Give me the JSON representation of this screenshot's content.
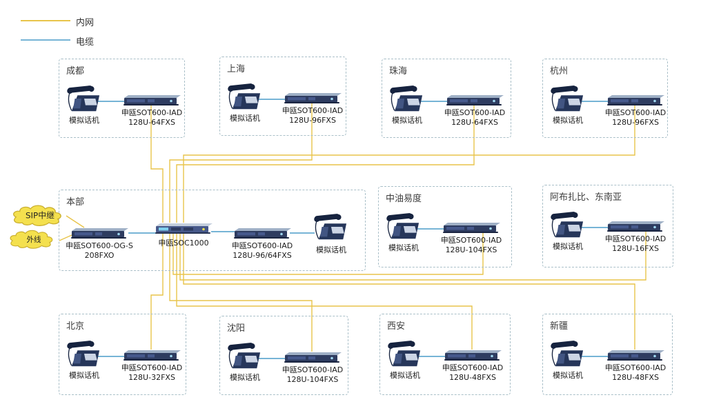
{
  "legend": {
    "items": [
      {
        "label": "内网",
        "color": "#e8c44a"
      },
      {
        "label": "电缆",
        "color": "#76b4d6"
      }
    ]
  },
  "clouds": {
    "sip": {
      "label": "SIP中继"
    },
    "outside": {
      "label": "外线"
    }
  },
  "hq": {
    "title": "本部",
    "phone_label": "模拟话机",
    "devices": {
      "gateway": {
        "line1": "申瓯SOT600-OG-S",
        "line2": "208FXO"
      },
      "soc": {
        "line1": "申瓯SOC1000"
      },
      "iad": {
        "line1": "申瓯SOT600-IAD",
        "line2": "128U-96/64FXS"
      }
    }
  },
  "sites": [
    {
      "title": "成都",
      "phone_label": "模拟话机",
      "device_line1": "申瓯SOT600-IAD",
      "device_line2": "128U-64FXS"
    },
    {
      "title": "上海",
      "phone_label": "模拟话机",
      "device_line1": "申瓯SOT600-IAD",
      "device_line2": "128U-96FXS"
    },
    {
      "title": "珠海",
      "phone_label": "模拟话机",
      "device_line1": "申瓯SOT600-IAD",
      "device_line2": "128U-64FXS"
    },
    {
      "title": "杭州",
      "phone_label": "模拟话机",
      "device_line1": "申瓯SOT600-IAD",
      "device_line2": "128U-96FXS"
    },
    {
      "title": "中油易度",
      "phone_label": "模拟话机",
      "device_line1": "申瓯SOT600-IAD",
      "device_line2": "128U-104FXS"
    },
    {
      "title": "阿布扎比、东南亚",
      "phone_label": "模拟话机",
      "device_line1": "申瓯SOT600-IAD",
      "device_line2": "128U-16FXS"
    },
    {
      "title": "北京",
      "phone_label": "模拟话机",
      "device_line1": "申瓯SOT600-IAD",
      "device_line2": "128U-32FXS"
    },
    {
      "title": "沈阳",
      "phone_label": "模拟话机",
      "device_line1": "申瓯SOT600-IAD",
      "device_line2": "128U-104FXS"
    },
    {
      "title": "西安",
      "phone_label": "模拟话机",
      "device_line1": "申瓯SOT600-IAD",
      "device_line2": "128U-48FXS"
    },
    {
      "title": "新疆",
      "phone_label": "模拟话机",
      "device_line1": "申瓯SOT600-IAD",
      "device_line2": "128U-48FXS"
    }
  ]
}
